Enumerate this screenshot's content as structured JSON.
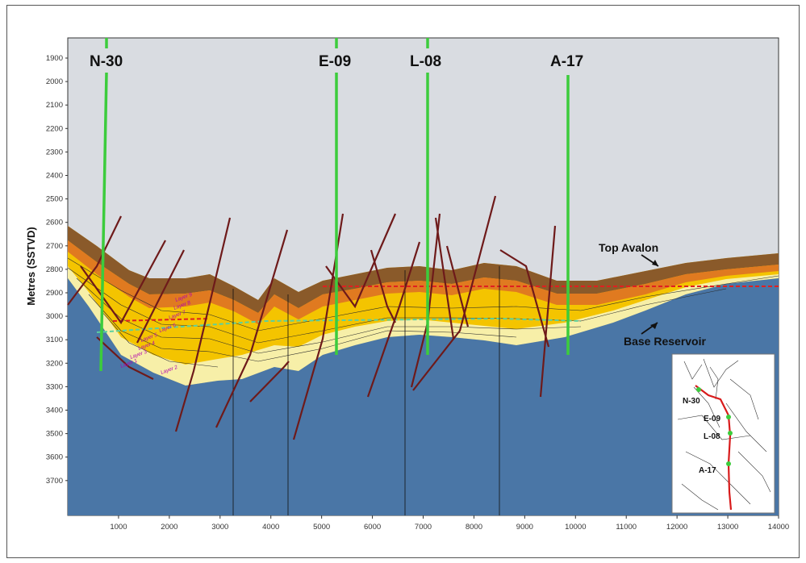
{
  "y_axis": {
    "title": "Metres (SSTVD)",
    "ticks": [
      "1900",
      "2000",
      "2100",
      "2200",
      "2300",
      "2400",
      "2500",
      "2600",
      "2700",
      "2800",
      "2900",
      "3000",
      "3100",
      "3200",
      "3300",
      "3400",
      "3500",
      "3600",
      "3700"
    ]
  },
  "x_axis": {
    "ticks": [
      "1000",
      "2000",
      "3000",
      "4000",
      "5000",
      "6000",
      "7000",
      "8000",
      "9000",
      "10000",
      "11000",
      "12000",
      "13000",
      "14000"
    ]
  },
  "wells": [
    {
      "name": "N-30"
    },
    {
      "name": "E-09"
    },
    {
      "name": "L-08"
    },
    {
      "name": "A-17"
    }
  ],
  "horizons": {
    "top": "Top Avalon",
    "base": "Base Reservoir"
  },
  "layers": [
    "Layer 9",
    "Layer 8",
    "Layer 7",
    "Layer 6",
    "Layer 5",
    "Layer 4",
    "Layer 3",
    "Layer 2",
    "Layer 1"
  ],
  "inset_map": {
    "wells": [
      "N-30",
      "E-09",
      "L-08",
      "A-17"
    ]
  },
  "colors": {
    "sky": "#d9dce1",
    "basement": "#4a76a6",
    "fault": "#6e1a1a",
    "well": "#3ccc3c",
    "top_marker": "#e02020",
    "base_marker": "#5ad0a0"
  }
}
